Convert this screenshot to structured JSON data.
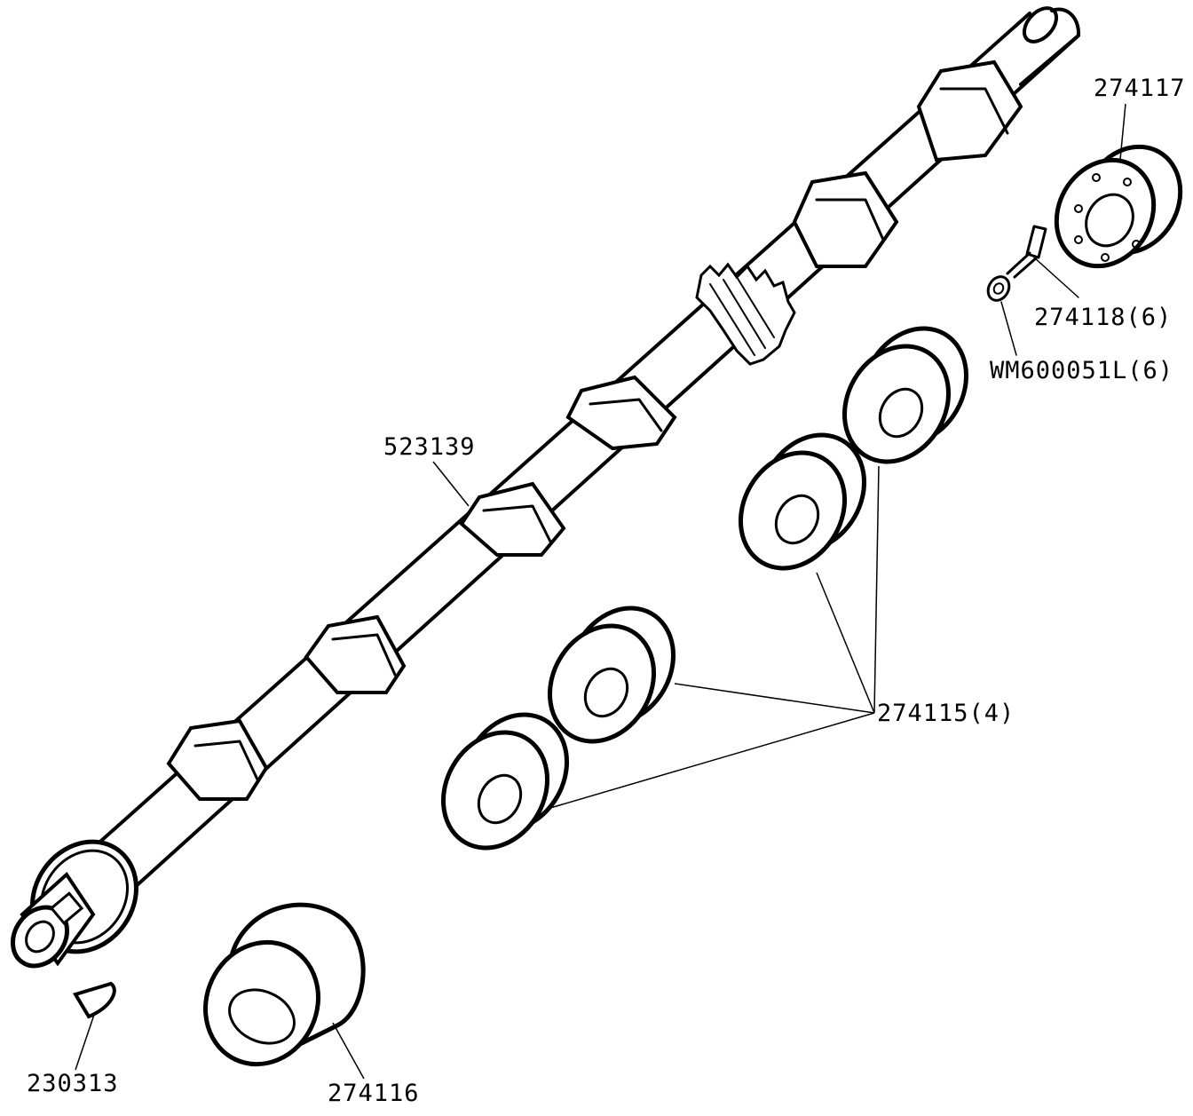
{
  "labels": {
    "p274117": "274117",
    "p274118": "274118(6)",
    "pwm600051l": "WM600051L(6)",
    "p523139": "523139",
    "p274115": "274115(4)",
    "p230313": "230313",
    "p274116": "274116"
  }
}
